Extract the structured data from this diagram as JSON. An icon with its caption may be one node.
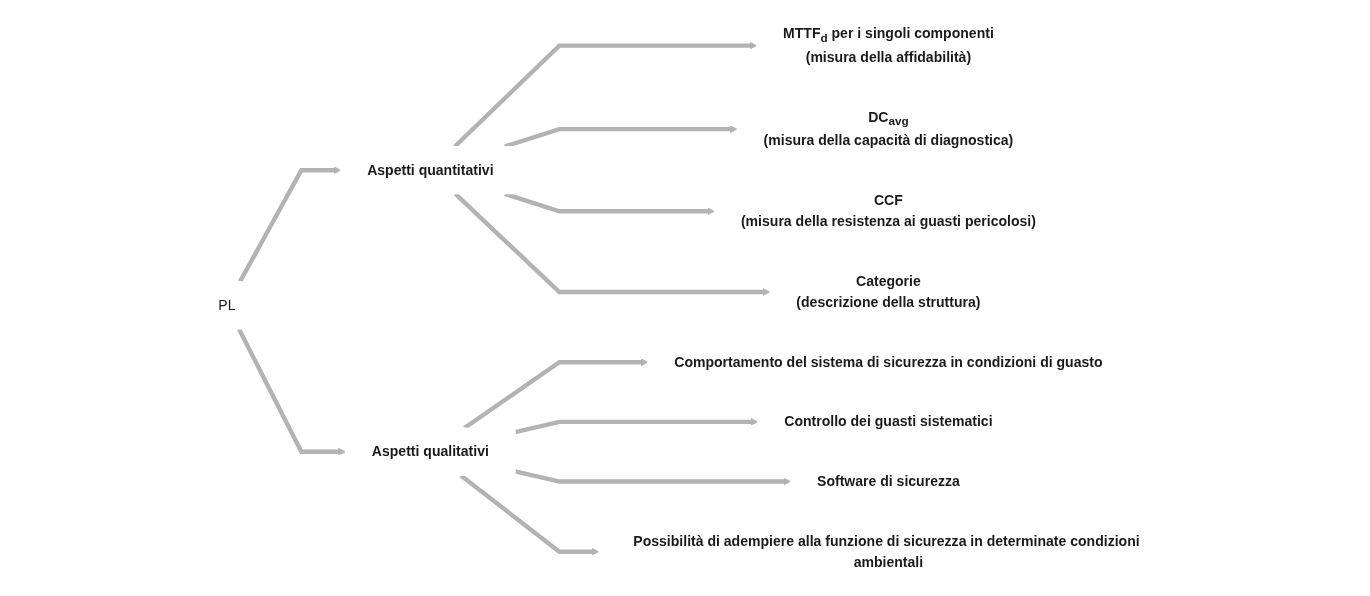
{
  "diagram": {
    "nodes": [
      {
        "text": [
          "PL"
        ]
      },
      {
        "text": [
          "Aspetti quantitativi"
        ]
      },
      {
        "text": [
          "Aspetti qualitativi"
        ]
      },
      {
        "text": [
          "MTTF$_{d}$ per i singoli componenti",
          "(misura della affidabilità)"
        ]
      },
      {
        "text": [
          "DC$_{avg}$",
          "(misura della capacità di diagnostica)"
        ]
      },
      {
        "text": [
          "CCF",
          "(misura della resistenza ai guasti pericolosi)"
        ]
      },
      {
        "text": [
          "Categorie",
          "(descrizione della struttura)"
        ]
      },
      {
        "text": [
          "Comportamento del sistema di sicurezza in condizioni di guasto"
        ]
      },
      {
        "text": [
          "Controllo dei guasti sistematici"
        ]
      },
      {
        "text": [
          "Software di sicurezza"
        ]
      },
      {
        "text": [
          "Possibilità di adempiere alla funzione di sicurezza in determinate condizioni ambientali"
        ]
      }
    ],
    "edges": [
      {
        "from": 0,
        "to": 1,
        "arrow": "to"
      },
      {
        "from": 0,
        "to": 2,
        "arrow": "to"
      },
      {
        "from": 1,
        "to": 3,
        "arrow": "to"
      },
      {
        "from": 1,
        "to": 4,
        "arrow": "to"
      },
      {
        "from": 1,
        "to": 5,
        "arrow": "to"
      },
      {
        "from": 1,
        "to": 6,
        "arrow": "to"
      },
      {
        "from": 2,
        "to": 7,
        "arrow": "to"
      },
      {
        "from": 2,
        "to": 8,
        "arrow": "to"
      },
      {
        "from": 2,
        "to": 9,
        "arrow": "to"
      },
      {
        "from": 2,
        "to": 10,
        "arrow": "to"
      }
    ]
  }
}
